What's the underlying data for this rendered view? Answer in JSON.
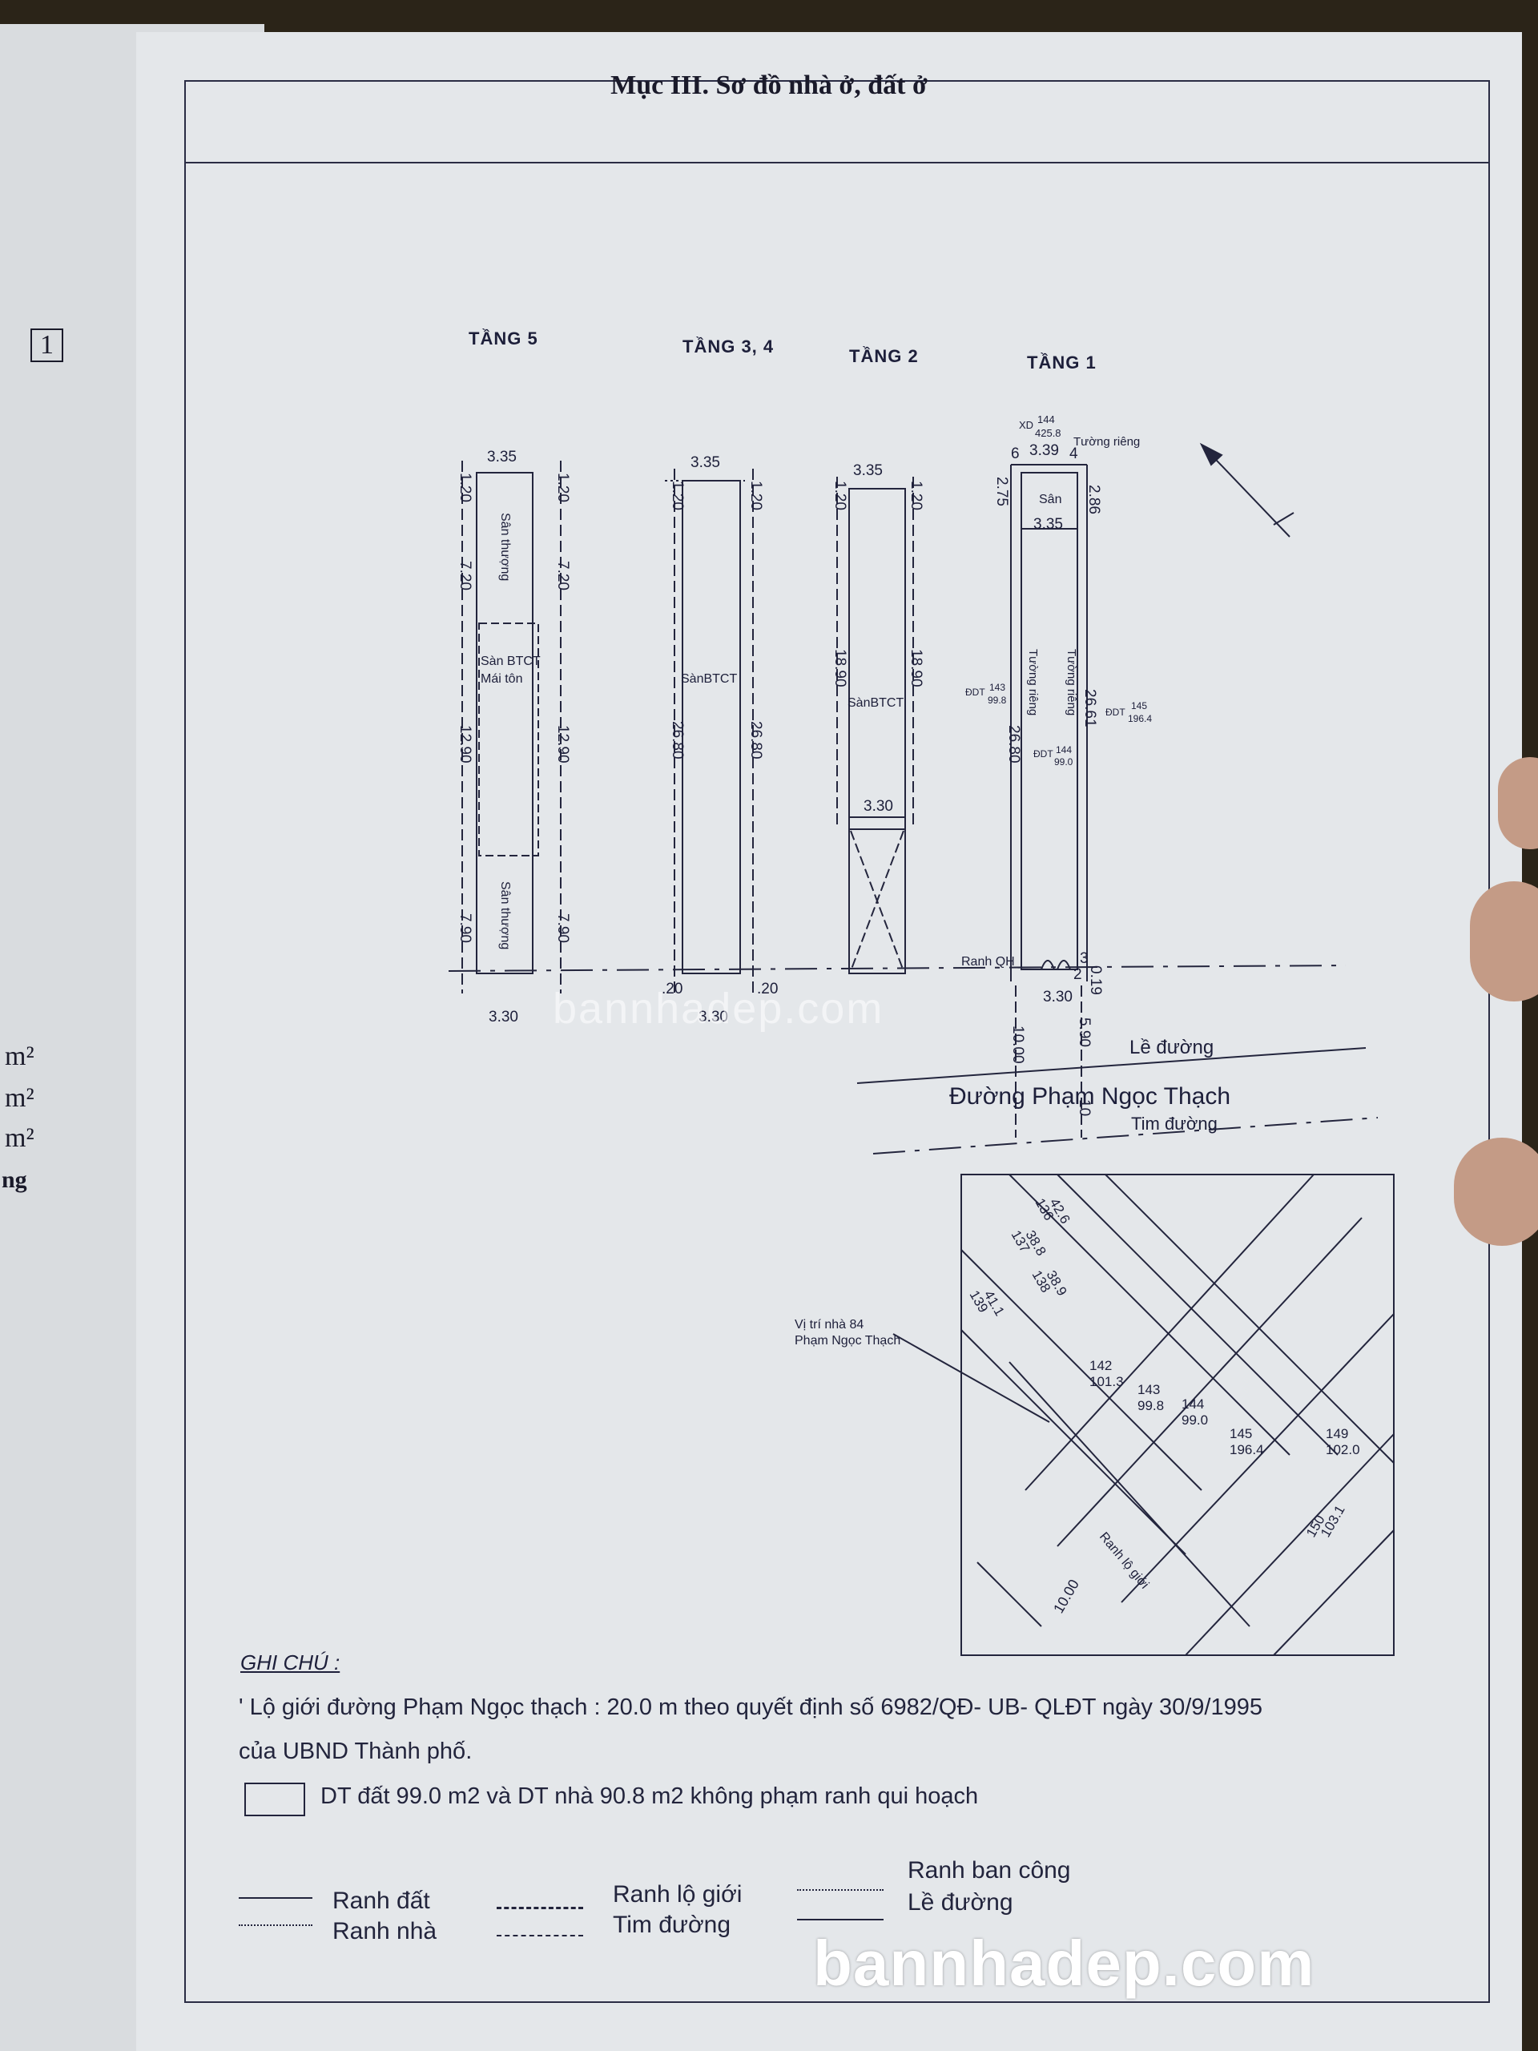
{
  "title": "Mục III. Sơ đồ nhà ở, đất ở",
  "floors": {
    "f5": "TẦNG 5",
    "f34": "TẦNG 3, 4",
    "f2": "TẦNG 2",
    "f1": "TẦNG 1"
  },
  "plan_labels": {
    "san_thuong": "Sân thượng",
    "san_btct_mai_ton_1": "Sàn BTCT",
    "san_btct_mai_ton_2": "Mái tôn",
    "san_btct": "SànBTCT",
    "san": "Sân",
    "tuong_rieng": "Tường riêng",
    "ranh_qh": "Ranh QH",
    "le_duong": "Lề đường",
    "street": "Đường Phạm Ngọc Thạch",
    "tim_duong": "Tim đường",
    "xd": "XD",
    "dt": "ĐDT"
  },
  "dims": {
    "w335": "3.35",
    "w330": "3.30",
    "w339": "3.39",
    "d120": "1.20",
    "d720": "7.20",
    "d1290": "12.90",
    "d790": "7.90",
    "d2680": "26.80",
    "d1890": "18.90",
    "d275": "2.75",
    "d286": "2.86",
    "d2661": "26.61",
    "d20": ".20",
    "d019": "0.19",
    "d1000": "10.00",
    "d590": "5.90",
    "d10": "10",
    "n6": "6",
    "n4": "4",
    "n3": "3",
    "n2": "2",
    "p143": "143",
    "p143b": "99.8",
    "p144": "144",
    "p144b": "99.0",
    "p145": "145",
    "p145b": "196.4",
    "xd144": "144",
    "xd144b": "425.8"
  },
  "site_map": {
    "vi_tri_1": "Vị trí nhà 84",
    "vi_tri_2": "Phạm Ngọc Thạch",
    "ranh_lo_gioi": "Ranh lộ giới",
    "dist": "10.00",
    "lots": [
      {
        "n": "136",
        "a": "42.6"
      },
      {
        "n": "137",
        "a": "38.8"
      },
      {
        "n": "138",
        "a": "38.9"
      },
      {
        "n": "139",
        "a": "41.1"
      },
      {
        "n": "142",
        "a": "101.3"
      },
      {
        "n": "143",
        "a": "99.8"
      },
      {
        "n": "144",
        "a": "99.0"
      },
      {
        "n": "145",
        "a": "196.4"
      },
      {
        "n": "149",
        "a": "102.0"
      },
      {
        "n": "150",
        "a": "103.1"
      }
    ]
  },
  "notes": {
    "heading": "GHI CHÚ :",
    "line1": "' Lộ giới đường Phạm Ngọc thạch :  20.0 m theo quyết định số 6982/QĐ- UB- QLĐT ngày 30/9/1995",
    "line2": "của UBND Thành phố.",
    "line3": "DT đất 99.0 m2 và DT nhà 90.8 m2 không phạm ranh qui hoạch"
  },
  "legend": {
    "ranh_dat": "Ranh đất",
    "ranh_nha": "Ranh nhà",
    "ranh_lo_gioi": "Ranh lộ giới",
    "tim_duong": "Tim đường",
    "ranh_ban_cong": "Ranh ban công",
    "le_duong": "Lề đường"
  },
  "side_page": {
    "num": "1",
    "m2a": "m²",
    "m2b": "m²",
    "m2c": "m²",
    "ng": "ng"
  },
  "watermark": "bannhadep.com"
}
